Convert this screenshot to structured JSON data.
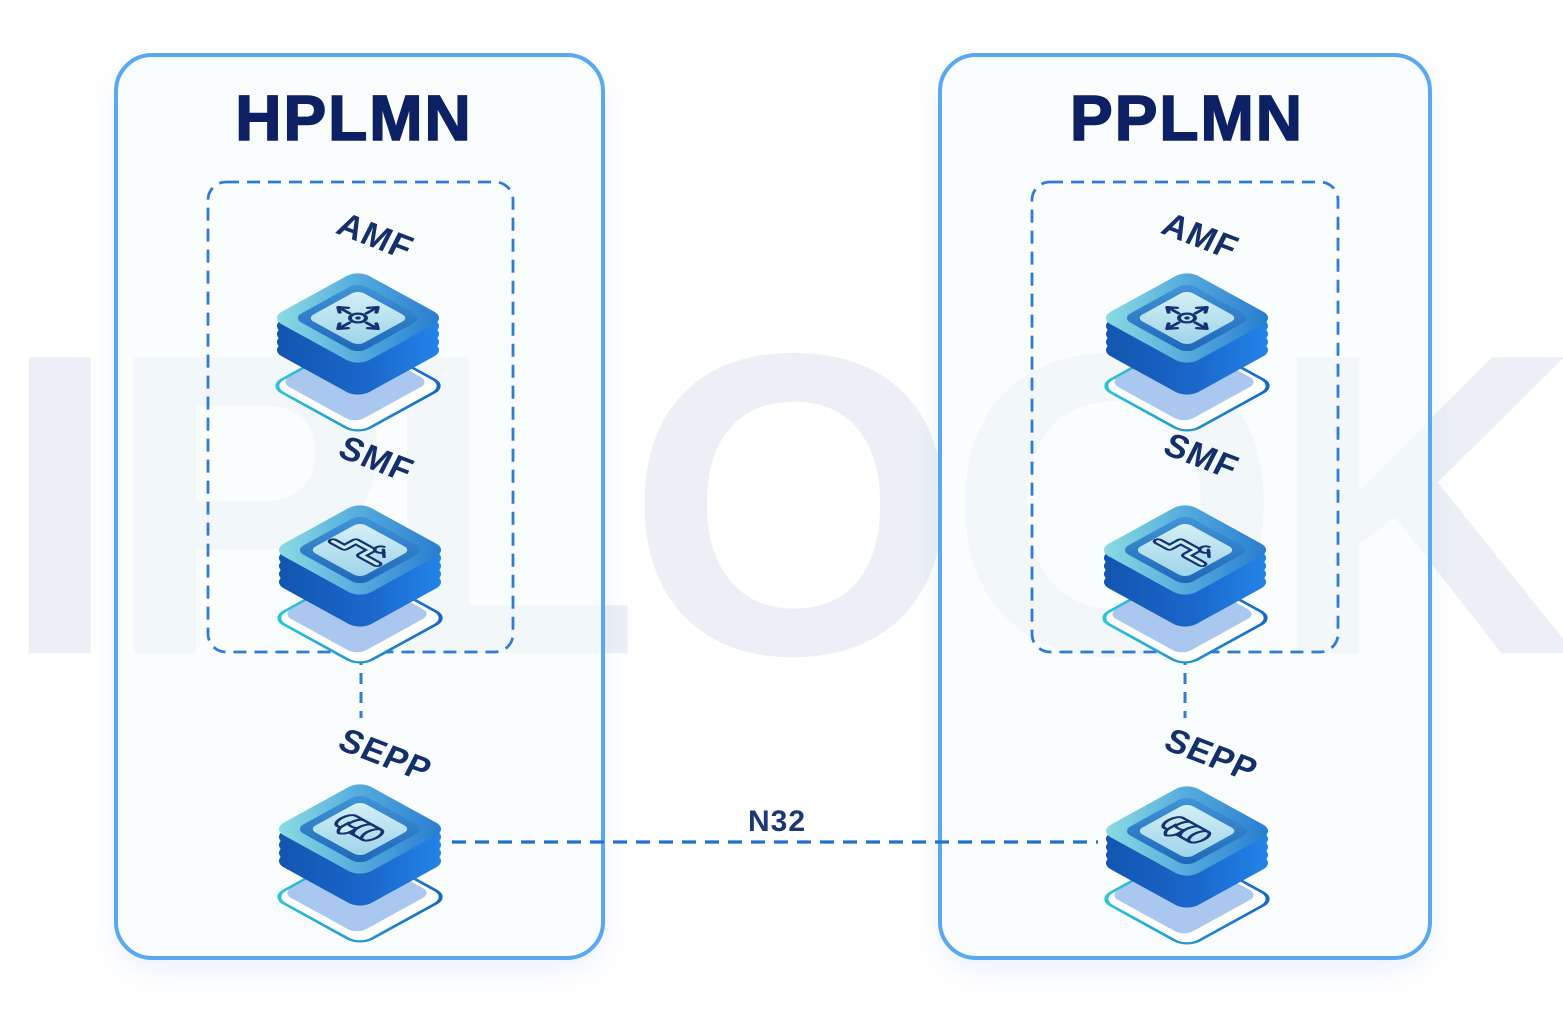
{
  "watermark": "IPLOOK",
  "link": {
    "label": "N32"
  },
  "networks": [
    {
      "title": "HPLMN",
      "core_nodes": [
        {
          "label": "AMF"
        },
        {
          "label": "SMF"
        }
      ],
      "sepp": {
        "label": "SEPP"
      }
    },
    {
      "title": "PPLMN",
      "core_nodes": [
        {
          "label": "AMF"
        },
        {
          "label": "SMF"
        }
      ],
      "sepp": {
        "label": "SEPP"
      }
    }
  ],
  "colors": {
    "box_border": "#59a8f1",
    "dashed_line": "#2e7cd6",
    "title_navy": "#0d2064",
    "label_navy": "#14306b",
    "chip_teal": "#8fdfe3",
    "chip_blue": "#2486ea",
    "watermark_gray": "#ecf0f6"
  }
}
